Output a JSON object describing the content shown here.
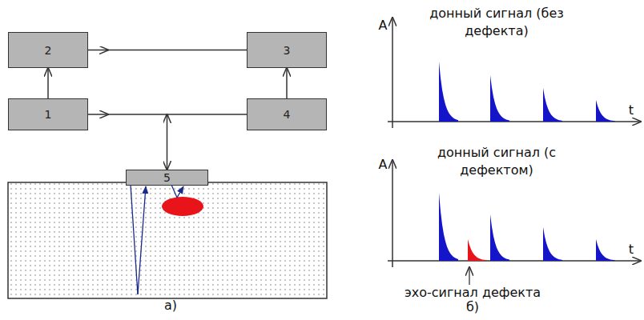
{
  "diagram": {
    "nodes": [
      {
        "text": [
          "1"
        ]
      },
      {
        "text": [
          "2"
        ]
      },
      {
        "text": [
          "3"
        ]
      },
      {
        "text": [
          "4"
        ]
      },
      {
        "text": [
          "5"
        ]
      }
    ],
    "edges": [
      {
        "from": 0,
        "to": 1,
        "arrow": "to"
      },
      {
        "from": 1,
        "to": 2,
        "arrow": "to"
      },
      {
        "from": 0,
        "to": 3,
        "arrow": "to"
      },
      {
        "from": 3,
        "to": 2,
        "arrow": "to"
      },
      {
        "from": 0,
        "to": 4,
        "arrow": "both"
      }
    ],
    "labels": [
      "а)",
      "б)",
      "A",
      "t",
      "донный сигнал (без дефекта)",
      "A",
      "t",
      "донный сигнал (с дефектом)",
      "эхо-сигнал дефекта"
    ]
  }
}
